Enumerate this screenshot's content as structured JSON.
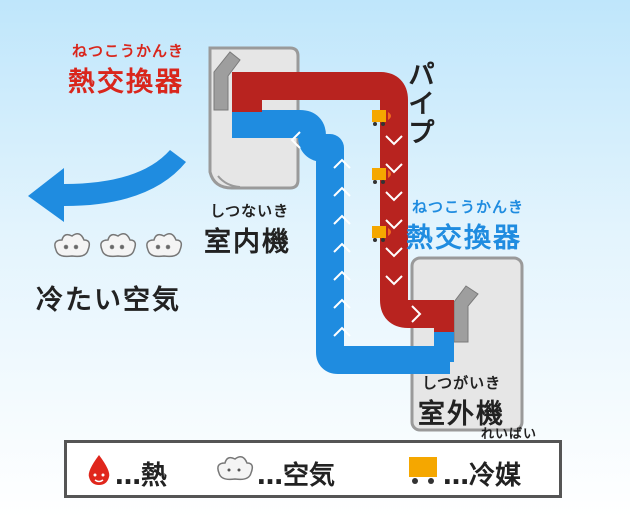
{
  "indoor_heat_exchanger": {
    "ruby": "ねつこうかんき",
    "label": "熱交換器"
  },
  "outdoor_heat_exchanger": {
    "ruby": "ねつこうかんき",
    "label": "熱交換器"
  },
  "pipe_label": "パイプ",
  "indoor_unit": {
    "ruby": "しつないき",
    "label": "室内機"
  },
  "outdoor_unit": {
    "ruby": "しつがいき",
    "label": "室外機"
  },
  "cold_air_label": "冷たい空気",
  "legend": {
    "heat": "…熱",
    "air": "…空気",
    "refrigerant_ruby": "れいばい",
    "refrigerant": "…冷媒"
  },
  "colors": {
    "hot_pipe": "#b8231f",
    "cold_pipe": "#1f8ce0",
    "indoor_label": "#d9261c",
    "outdoor_label": "#1f8ce0",
    "refrigerant": "#f5a700"
  }
}
